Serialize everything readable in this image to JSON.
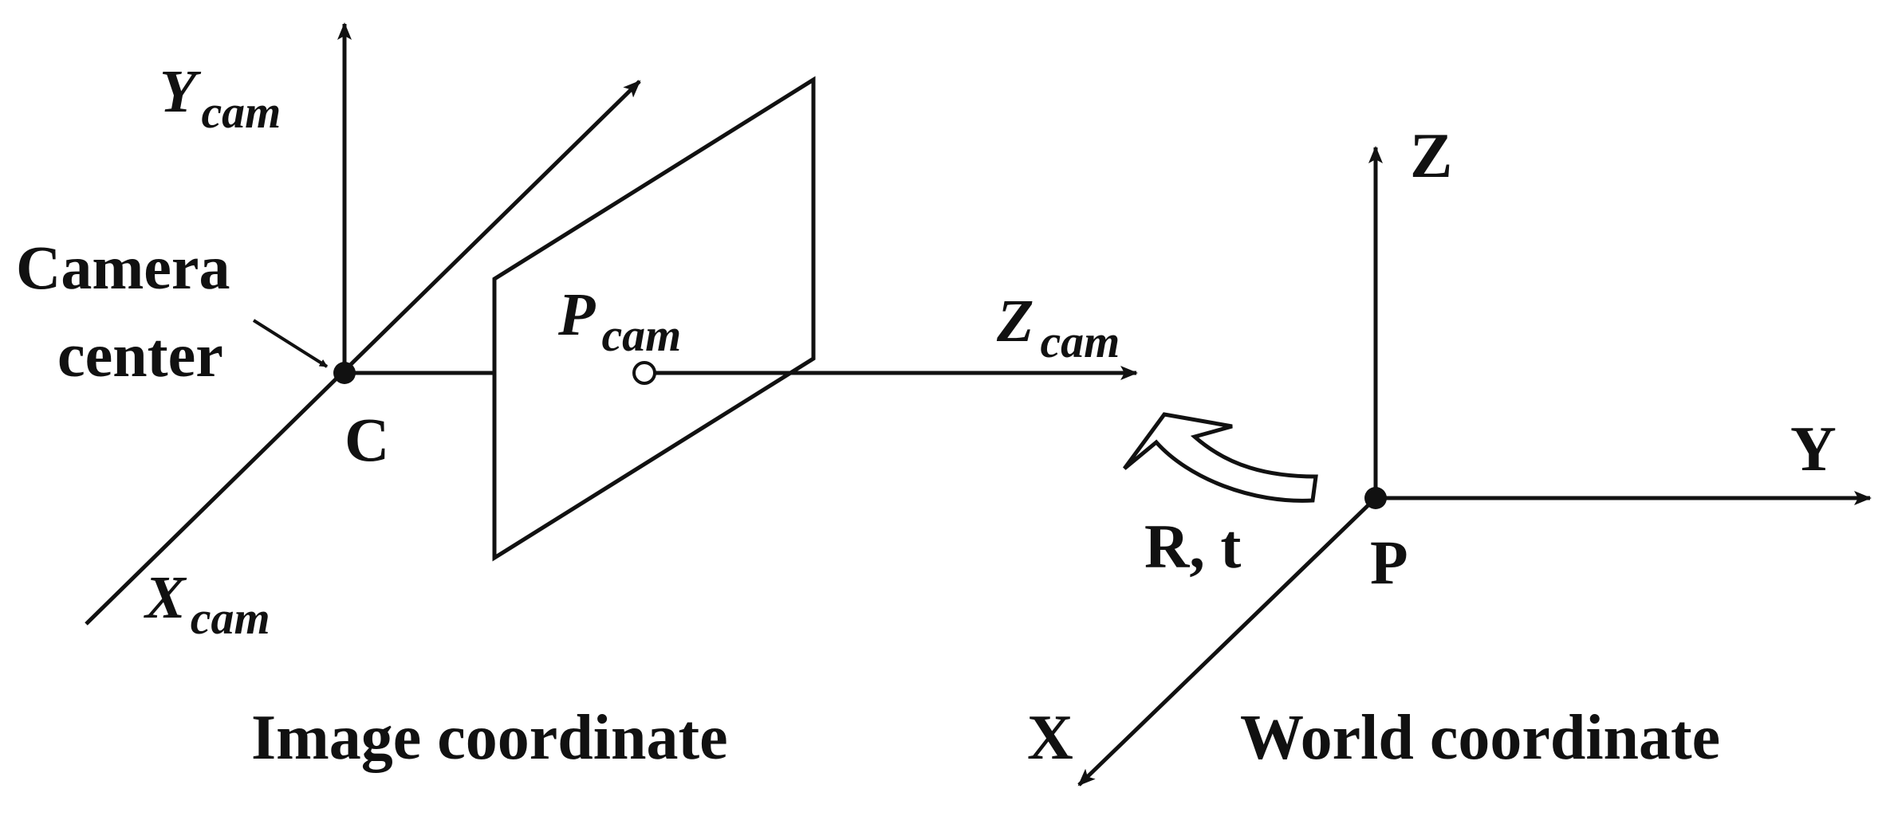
{
  "labels": {
    "y_cam": "Y",
    "y_cam_sub": "cam",
    "x_cam": "X",
    "x_cam_sub": "cam",
    "z_cam": "Z",
    "z_cam_sub": "cam",
    "p_cam": "P",
    "p_cam_sub": "cam",
    "camera_center_line1": "Camera",
    "camera_center_line2": "center",
    "c_point": "C",
    "world_z": "Z",
    "world_y": "Y",
    "world_x": "X",
    "p_point": "P",
    "transform": "R, t",
    "image_caption": "Image coordinate",
    "world_caption": "World coordinate"
  },
  "colors": {
    "stroke": "#111111",
    "background": "#ffffff"
  }
}
